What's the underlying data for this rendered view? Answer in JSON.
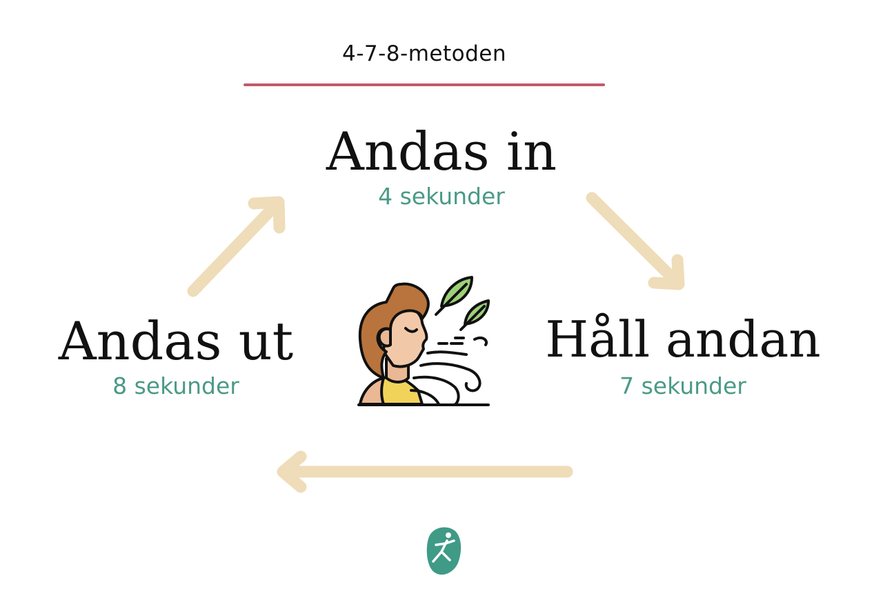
{
  "title": "4-7-8-metoden",
  "steps": [
    {
      "label": "Andas in",
      "duration": "4 sekunder"
    },
    {
      "label": "Håll andan",
      "duration": "7 sekunder"
    },
    {
      "label": "Andas ut",
      "duration": "8 sekunder"
    }
  ],
  "colors": {
    "accent_rule": "#c25a6a",
    "duration_text": "#4a9a86",
    "arrow": "#efdcb8",
    "logo": "#3f9a86"
  },
  "icons": [
    "person-breathing-icon",
    "runner-logo-icon"
  ]
}
